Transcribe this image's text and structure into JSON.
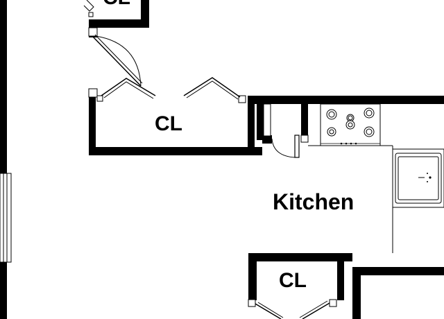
{
  "rooms": [
    {
      "id": "cl-top",
      "label": "CL"
    },
    {
      "id": "cl-mid",
      "label": "CL"
    },
    {
      "id": "kitchen",
      "label": "Kitchen"
    },
    {
      "id": "cl-bottom",
      "label": "CL"
    }
  ],
  "fixtures": {
    "range": {
      "name": "stove-range",
      "burners": 6
    },
    "sink": {
      "name": "kitchen-sink"
    }
  },
  "colors": {
    "wall": "#000000",
    "background": "#ffffff"
  }
}
